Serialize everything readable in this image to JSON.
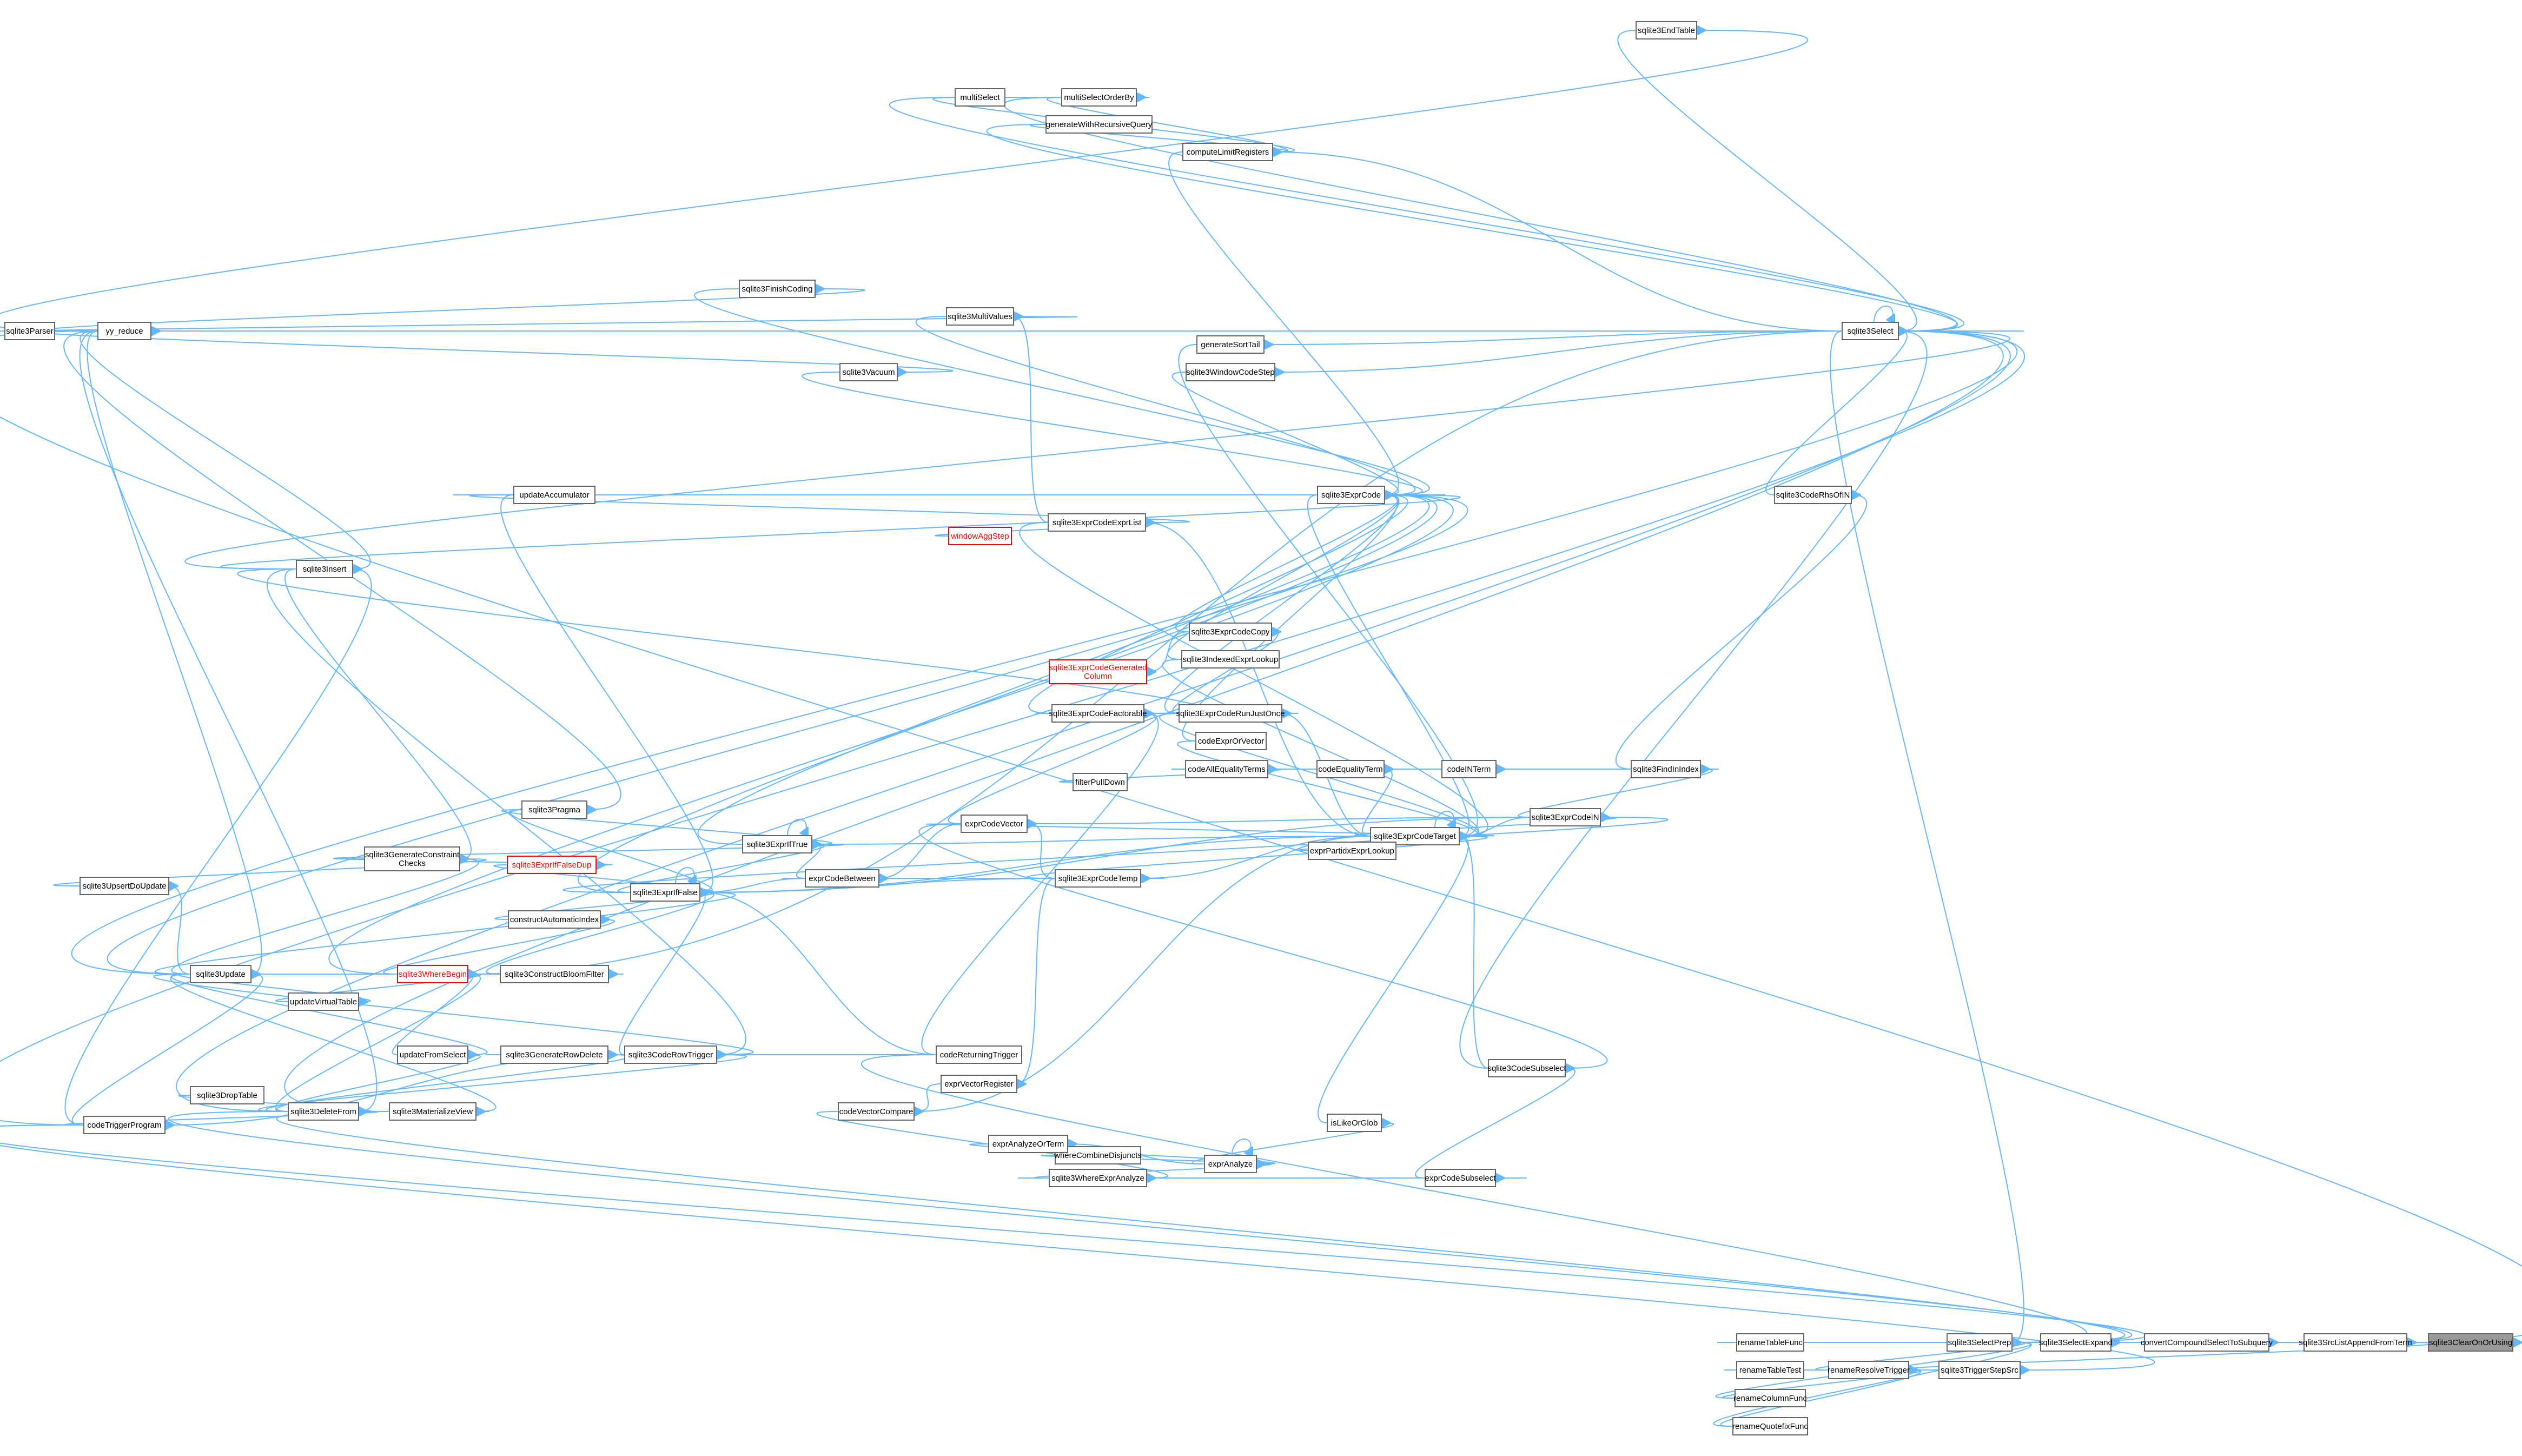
{
  "nodes": [
    {
      "id": "clearOnOrUsing",
      "label": "sqlite3ClearOnOrUsing",
      "style": "current"
    },
    {
      "id": "srcListAppendFromTerm",
      "label": "sqlite3SrcListAppendFromTerm"
    },
    {
      "id": "convertCompound",
      "label": "convertCompoundSelectToSubquery"
    },
    {
      "id": "triggerStepSrc",
      "label": "sqlite3TriggerStepSrc"
    },
    {
      "id": "selectExpand",
      "label": "sqlite3SelectExpand"
    },
    {
      "id": "selectPrep",
      "label": "sqlite3SelectPrep"
    },
    {
      "id": "renameTableFunc",
      "label": "renameTableFunc"
    },
    {
      "id": "renameResolveTrigger",
      "label": "renameResolveTrigger"
    },
    {
      "id": "renameTableTest",
      "label": "renameTableTest"
    },
    {
      "id": "renameColumnFunc",
      "label": "renameColumnFunc"
    },
    {
      "id": "renameQuotefixFunc",
      "label": "renameQuotefixFunc"
    },
    {
      "id": "select",
      "label": "sqlite3Select"
    },
    {
      "id": "endTable",
      "label": "sqlite3EndTable"
    },
    {
      "id": "codeRhsOfIN",
      "label": "sqlite3CodeRhsOfIN"
    },
    {
      "id": "findInIndex",
      "label": "sqlite3FindInIndex"
    },
    {
      "id": "exprCodeIN",
      "label": "sqlite3ExprCodeIN"
    },
    {
      "id": "codeINTerm",
      "label": "codeINTerm"
    },
    {
      "id": "codeEqualityTerm",
      "label": "codeEqualityTerm"
    },
    {
      "id": "codeAllEqualityTerms",
      "label": "codeAllEqualityTerms"
    },
    {
      "id": "filterPullDown",
      "label": "filterPullDown"
    },
    {
      "id": "codeExprOrVector",
      "label": "codeExprOrVector"
    },
    {
      "id": "exprCodeTarget",
      "label": "sqlite3ExprCodeTarget"
    },
    {
      "id": "exprPartidxExprLookup",
      "label": "exprPartidxExprLookup"
    },
    {
      "id": "codeSubselect",
      "label": "sqlite3CodeSubselect"
    },
    {
      "id": "exprCodeSubselect",
      "label": "exprCodeSubselect"
    },
    {
      "id": "isLikeOrGlob",
      "label": "isLikeOrGlob"
    },
    {
      "id": "exprAnalyze",
      "label": "exprAnalyze"
    },
    {
      "id": "whereCombineDisjuncts",
      "label": "whereCombineDisjuncts"
    },
    {
      "id": "exprAnalyzeOrTerm",
      "label": "exprAnalyzeOrTerm"
    },
    {
      "id": "whereExprAnalyze",
      "label": "sqlite3WhereExprAnalyze"
    },
    {
      "id": "exprCode",
      "label": "sqlite3ExprCode"
    },
    {
      "id": "windowCodeStep",
      "label": "sqlite3WindowCodeStep"
    },
    {
      "id": "generateSortTail",
      "label": "generateSortTail"
    },
    {
      "id": "computeLimitRegisters",
      "label": "computeLimitRegisters"
    },
    {
      "id": "generateWithRecursiveQuery",
      "label": "generateWithRecursiveQuery"
    },
    {
      "id": "multiSelectOrderBy",
      "label": "multiSelectOrderBy"
    },
    {
      "id": "multiSelect",
      "label": "multiSelect"
    },
    {
      "id": "multiValues",
      "label": "sqlite3MultiValues"
    },
    {
      "id": "finishCoding",
      "label": "sqlite3FinishCoding"
    },
    {
      "id": "vacuum",
      "label": "sqlite3Vacuum"
    },
    {
      "id": "yyReduce",
      "label": "yy_reduce"
    },
    {
      "id": "parser",
      "label": "sqlite3Parser"
    },
    {
      "id": "exprCodeExprList",
      "label": "sqlite3ExprCodeExprList"
    },
    {
      "id": "windowAggStep",
      "label": "windowAggStep",
      "style": "red"
    },
    {
      "id": "updateAccumulator",
      "label": "updateAccumulator"
    },
    {
      "id": "exprCodeCopy",
      "label": "sqlite3ExprCodeCopy"
    },
    {
      "id": "indexedExprLookup",
      "label": "sqlite3IndexedExprLookup"
    },
    {
      "id": "exprCodeGeneratedColumn",
      "label": "sqlite3ExprCodeGenerated\nColumn",
      "style": "red"
    },
    {
      "id": "exprCodeRunJustOnce",
      "label": "sqlite3ExprCodeRunJustOnce"
    },
    {
      "id": "exprCodeFactorable",
      "label": "sqlite3ExprCodeFactorable"
    },
    {
      "id": "insert",
      "label": "sqlite3Insert"
    },
    {
      "id": "exprCodeVector",
      "label": "exprCodeVector"
    },
    {
      "id": "exprIfTrue",
      "label": "sqlite3ExprIfTrue"
    },
    {
      "id": "exprCodeBetween",
      "label": "exprCodeBetween"
    },
    {
      "id": "exprCodeTemp",
      "label": "sqlite3ExprCodeTemp"
    },
    {
      "id": "exprIfFalse",
      "label": "sqlite3ExprIfFalse"
    },
    {
      "id": "exprIfFalseDup",
      "label": "sqlite3ExprIfFalseDup",
      "style": "red"
    },
    {
      "id": "pragma",
      "label": "sqlite3Pragma"
    },
    {
      "id": "generateConstraintChecks",
      "label": "sqlite3GenerateConstraint\nChecks"
    },
    {
      "id": "upsertDoUpdate",
      "label": "sqlite3UpsertDoUpdate"
    },
    {
      "id": "update",
      "label": "sqlite3Update"
    },
    {
      "id": "constructAutomaticIndex",
      "label": "constructAutomaticIndex"
    },
    {
      "id": "constructBloomFilter",
      "label": "sqlite3ConstructBloomFilter"
    },
    {
      "id": "whereBegin",
      "label": "sqlite3WhereBegin",
      "style": "red"
    },
    {
      "id": "updateVirtualTable",
      "label": "updateVirtualTable"
    },
    {
      "id": "updateFromSelect",
      "label": "updateFromSelect"
    },
    {
      "id": "generateRowDelete",
      "label": "sqlite3GenerateRowDelete"
    },
    {
      "id": "codeRowTrigger",
      "label": "sqlite3CodeRowTrigger"
    },
    {
      "id": "codeReturningTrigger",
      "label": "codeReturningTrigger"
    },
    {
      "id": "exprVectorRegister",
      "label": "exprVectorRegister"
    },
    {
      "id": "codeVectorCompare",
      "label": "codeVectorCompare"
    },
    {
      "id": "dropTable",
      "label": "sqlite3DropTable"
    },
    {
      "id": "deleteFrom",
      "label": "sqlite3DeleteFrom"
    },
    {
      "id": "materializeView",
      "label": "sqlite3MaterializeView"
    },
    {
      "id": "codeTriggerProgram",
      "label": "codeTriggerProgram"
    }
  ],
  "edges": [
    [
      "srcListAppendFromTerm",
      "clearOnOrUsing"
    ],
    [
      "convertCompound",
      "srcListAppendFromTerm"
    ],
    [
      "triggerStepSrc",
      "srcListAppendFromTerm"
    ],
    [
      "yyReduce",
      "srcListAppendFromTerm"
    ],
    [
      "selectExpand",
      "convertCompound"
    ],
    [
      "selectPrep",
      "selectExpand"
    ],
    [
      "renameTableFunc",
      "selectPrep"
    ],
    [
      "renameResolveTrigger",
      "selectPrep"
    ],
    [
      "renameTableTest",
      "renameResolveTrigger"
    ],
    [
      "renameColumnFunc",
      "renameResolveTrigger"
    ],
    [
      "renameQuotefixFunc",
      "renameResolveTrigger"
    ],
    [
      "renameColumnFunc",
      "selectPrep"
    ],
    [
      "renameQuotefixFunc",
      "selectPrep"
    ],
    [
      "select",
      "selectPrep"
    ],
    [
      "codeReturningTrigger",
      "selectPrep"
    ],
    [
      "deleteFrom",
      "selectPrep"
    ],
    [
      "materializeView",
      "selectPrep"
    ],
    [
      "codeTriggerProgram",
      "selectPrep"
    ],
    [
      "codeTriggerProgram",
      "triggerStepSrc"
    ],
    [
      "select",
      "select"
    ],
    [
      "endTable",
      "select"
    ],
    [
      "multiSelect",
      "select"
    ],
    [
      "multiSelectOrderBy",
      "select"
    ],
    [
      "generateWithRecursiveQuery",
      "select"
    ],
    [
      "yyReduce",
      "select"
    ],
    [
      "codeRhsOfIN",
      "select"
    ],
    [
      "codeSubselect",
      "select"
    ],
    [
      "insert",
      "select"
    ],
    [
      "update",
      "select"
    ],
    [
      "deleteFrom",
      "select"
    ],
    [
      "materializeView",
      "select"
    ],
    [
      "codeTriggerProgram",
      "select"
    ],
    [
      "yyReduce",
      "endTable"
    ],
    [
      "findInIndex",
      "codeRhsOfIN"
    ],
    [
      "exprCodeIN",
      "findInIndex"
    ],
    [
      "codeINTerm",
      "findInIndex"
    ],
    [
      "exprCodeTarget",
      "exprCodeIN"
    ],
    [
      "exprIfFalse",
      "exprCodeIN"
    ],
    [
      "codeEqualityTerm",
      "codeINTerm"
    ],
    [
      "codeAllEqualityTerms",
      "codeEqualityTerm"
    ],
    [
      "filterPullDown",
      "codeAllEqualityTerms"
    ],
    [
      "exprCodeTarget",
      "codeEqualityTerm"
    ],
    [
      "exprCodeTarget",
      "exprCodeTarget"
    ],
    [
      "exprCode",
      "exprCodeTarget"
    ],
    [
      "exprCodeTemp",
      "exprCodeTarget"
    ],
    [
      "exprCodeExprList",
      "exprCodeTarget"
    ],
    [
      "exprPartidxExprLookup",
      "exprCodeTarget"
    ],
    [
      "codeExprOrVector",
      "exprCodeTarget"
    ],
    [
      "exprCodeRunJustOnce",
      "exprCodeTarget"
    ],
    [
      "indexedExprLookup",
      "exprCodeTarget"
    ],
    [
      "generateSortTail",
      "exprCodeTarget"
    ],
    [
      "codeSubselect",
      "exprCodeTarget"
    ],
    [
      "isLikeOrGlob",
      "exprCodeTarget"
    ],
    [
      "exprCodeSubselect",
      "codeSubselect"
    ],
    [
      "exprCodeVector",
      "codeSubselect"
    ],
    [
      "whereExprAnalyze",
      "exprCodeSubselect"
    ],
    [
      "exprAnalyze",
      "isLikeOrGlob"
    ],
    [
      "exprAnalyze",
      "exprAnalyze"
    ],
    [
      "whereCombineDisjuncts",
      "exprAnalyze"
    ],
    [
      "exprAnalyzeOrTerm",
      "exprAnalyze"
    ],
    [
      "whereExprAnalyze",
      "exprAnalyze"
    ],
    [
      "exprAnalyze",
      "exprAnalyzeOrTerm"
    ],
    [
      "codeVectorCompare",
      "whereExprAnalyze"
    ],
    [
      "windowCodeStep",
      "exprCode"
    ],
    [
      "computeLimitRegisters",
      "exprCode"
    ],
    [
      "multiValues",
      "exprCode"
    ],
    [
      "finishCoding",
      "exprCode"
    ],
    [
      "vacuum",
      "exprCode"
    ],
    [
      "exprCodeCopy",
      "exprCode"
    ],
    [
      "indexedExprLookup",
      "exprCode"
    ],
    [
      "exprCodeRunJustOnce",
      "exprCode"
    ],
    [
      "codeExprOrVector",
      "exprCode"
    ],
    [
      "exprCodeFactorable",
      "exprCode"
    ],
    [
      "updateAccumulator",
      "exprCode"
    ],
    [
      "insert",
      "exprCode"
    ],
    [
      "exprIfTrue",
      "exprCode"
    ],
    [
      "exprIfFalse",
      "exprCode"
    ],
    [
      "update",
      "exprCode"
    ],
    [
      "select",
      "windowCodeStep"
    ],
    [
      "select",
      "generateSortTail"
    ],
    [
      "select",
      "computeLimitRegisters"
    ],
    [
      "multiSelect",
      "computeLimitRegisters"
    ],
    [
      "generateWithRecursiveQuery",
      "computeLimitRegisters"
    ],
    [
      "multiSelectOrderBy",
      "computeLimitRegisters"
    ],
    [
      "multiSelect",
      "multiSelectOrderBy"
    ],
    [
      "yyReduce",
      "multiValues"
    ],
    [
      "yyReduce",
      "finishCoding"
    ],
    [
      "yyReduce",
      "vacuum"
    ],
    [
      "parser",
      "yyReduce"
    ],
    [
      "exprCodeExprList",
      "multiValues"
    ],
    [
      "windowAggStep",
      "exprCodeExprList"
    ],
    [
      "updateAccumulator",
      "exprCodeExprList"
    ],
    [
      "exprCodeTarget",
      "exprCodeExprList"
    ],
    [
      "exprCodeCopy",
      "exprCodeGeneratedColumn"
    ],
    [
      "exprCodeRunJustOnce",
      "exprCodeCopy"
    ],
    [
      "exprCodeFactorable",
      "exprCodeRunJustOnce"
    ],
    [
      "insert",
      "exprCodeFactorable"
    ],
    [
      "exprCodeVector",
      "exprCodeFactorable"
    ],
    [
      "codeReturningTrigger",
      "exprCodeFactorable"
    ],
    [
      "exprCodeVector",
      "exprCodeTarget"
    ],
    [
      "exprCodeIN",
      "exprCodeVector"
    ],
    [
      "exprCodeTemp",
      "exprCodeVector"
    ],
    [
      "exprCodeVector",
      "exprCodeBetween"
    ],
    [
      "exprIfTrue",
      "exprIfTrue"
    ],
    [
      "exprCodeBetween",
      "exprIfTrue"
    ],
    [
      "exprIfFalse",
      "exprIfTrue"
    ],
    [
      "pragma",
      "exprIfTrue"
    ],
    [
      "generateConstraintChecks",
      "exprIfTrue"
    ],
    [
      "exprCodeTarget",
      "exprIfTrue"
    ],
    [
      "exprCodeBetween",
      "exprCodeTemp"
    ],
    [
      "exprCodeTarget",
      "exprCodeTemp"
    ],
    [
      "exprCodeBetween",
      "exprIfFalse"
    ],
    [
      "exprCodeTemp",
      "exprIfFalse"
    ],
    [
      "exprIfFalse",
      "exprIfFalse"
    ],
    [
      "exprIfFalseDup",
      "exprIfFalse"
    ],
    [
      "pragma",
      "exprIfFalse"
    ],
    [
      "constructAutomaticIndex",
      "exprIfFalse"
    ],
    [
      "constructBloomFilter",
      "exprIfFalse"
    ],
    [
      "updateAccumulator",
      "exprIfFalse"
    ],
    [
      "codeRowTrigger",
      "exprIfFalse"
    ],
    [
      "exprCodeTarget",
      "exprIfFalse"
    ],
    [
      "exprCodeIN",
      "exprIfFalse"
    ],
    [
      "codeReturningTrigger",
      "exprIfFalse"
    ],
    [
      "update",
      "exprIfFalse"
    ],
    [
      "generateConstraintChecks",
      "exprIfFalseDup"
    ],
    [
      "yyReduce",
      "pragma"
    ],
    [
      "insert",
      "generateConstraintChecks"
    ],
    [
      "update",
      "generateConstraintChecks"
    ],
    [
      "upsertDoUpdate",
      "generateConstraintChecks"
    ],
    [
      "update",
      "upsertDoUpdate"
    ],
    [
      "yyReduce",
      "update"
    ],
    [
      "yyReduce",
      "insert"
    ],
    [
      "codeTriggerProgram",
      "insert"
    ],
    [
      "codeTriggerProgram",
      "update"
    ],
    [
      "whereBegin",
      "constructAutomaticIndex"
    ],
    [
      "whereBegin",
      "constructBloomFilter"
    ],
    [
      "update",
      "whereBegin"
    ],
    [
      "updateVirtualTable",
      "whereBegin"
    ],
    [
      "deleteFrom",
      "whereBegin"
    ],
    [
      "updateFromSelect",
      "whereBegin"
    ],
    [
      "select",
      "whereBegin"
    ],
    [
      "update",
      "updateVirtualTable"
    ],
    [
      "update",
      "updateFromSelect"
    ],
    [
      "deleteFrom",
      "updateFromSelect"
    ],
    [
      "deleteFrom",
      "generateRowDelete"
    ],
    [
      "generateRowDelete",
      "codeRowTrigger"
    ],
    [
      "update",
      "codeRowTrigger"
    ],
    [
      "insert",
      "codeRowTrigger"
    ],
    [
      "deleteFrom",
      "codeRowTrigger"
    ],
    [
      "codeReturningTrigger",
      "codeRowTrigger"
    ],
    [
      "exprVectorRegister",
      "codeVectorCompare"
    ],
    [
      "exprCodeTemp",
      "exprVectorRegister"
    ],
    [
      "exprCodeTarget",
      "codeVectorCompare"
    ],
    [
      "dropTable",
      "deleteFrom"
    ],
    [
      "yyReduce",
      "deleteFrom"
    ],
    [
      "codeTriggerProgram",
      "deleteFrom"
    ],
    [
      "update",
      "materializeView"
    ],
    [
      "deleteFrom",
      "materializeView"
    ],
    [
      "codeRowTrigger",
      "codeTriggerProgram"
    ],
    [
      "exprCodeTarget",
      "exprCodeRunJustOnce"
    ],
    [
      "whereBegin",
      "exprCode"
    ],
    [
      "exprCodeIN",
      "exprCodeTarget"
    ]
  ]
}
